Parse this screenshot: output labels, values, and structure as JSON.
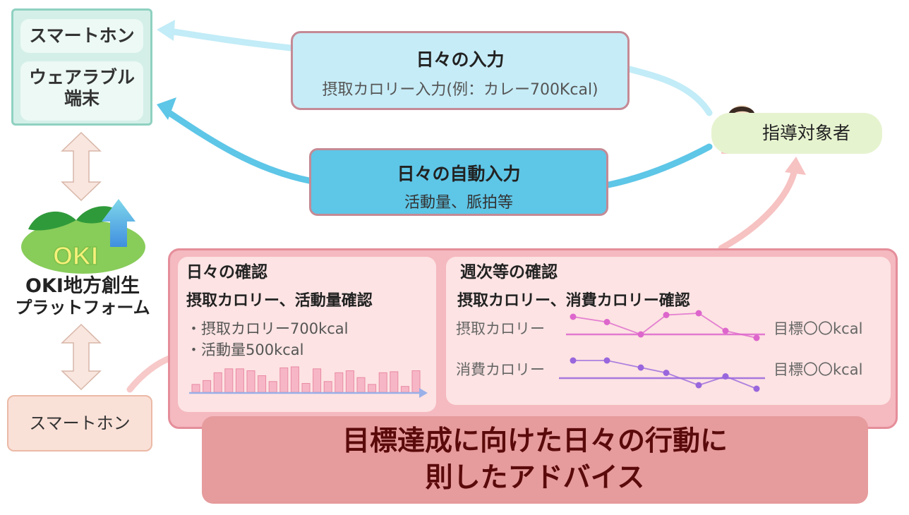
{
  "devices": {
    "smartphone": "スマートホン",
    "wearable_line1": "ウェアラブル",
    "wearable_line2": "端末"
  },
  "platform": {
    "logo_text": "OKI",
    "name_line1": "OKI地方創生",
    "name_line2": "プラットフォーム"
  },
  "bottom_device": "スマートホン",
  "manual_input": {
    "title": "日々の入力",
    "subtitle": "摂取カロリー入力(例：カレー700Kcal)"
  },
  "auto_input": {
    "title": "日々の自動入力",
    "subtitle": "活動量、脈拍等"
  },
  "subject": "指導対象者",
  "daily": {
    "title": "日々の確認",
    "subtitle": "摂取カロリー、活動量確認",
    "bullet1": "・摂取カロリー700kcal",
    "bullet2": "・活動量500kcal"
  },
  "weekly": {
    "title": "週次等の確認",
    "subtitle": "摂取カロリー、消費カロリー確認",
    "intake_label": "摂取カロリー",
    "burn_label": "消費カロリー",
    "target_label1": "目標〇〇kcal",
    "target_label2": "目標〇〇kcal"
  },
  "advice": {
    "line1": "目標達成に向けた日々の行動に",
    "line2": "則したアドバイス"
  },
  "colors": {
    "device_bg": "#d4efe8",
    "manual_bg": "#c6ecf7",
    "auto_bg": "#5ec6e7",
    "panel_bg": "#f5b9c0",
    "advice_bg": "#e69b9c",
    "advice_text": "#5a0a0a",
    "intake_line": "#dd66cc",
    "burn_line": "#9966dd",
    "bar_fill": "#f7b6c6"
  },
  "chart_data": [
    {
      "type": "bar",
      "values": [
        8,
        12,
        20,
        24,
        24,
        22,
        17,
        11,
        25,
        26,
        9,
        24,
        11,
        20,
        22,
        15,
        8,
        20,
        21,
        6,
        22
      ]
    },
    {
      "type": "line",
      "series": [
        {
          "values": [
            5,
            3.5,
            0,
            5.5,
            6,
            1,
            -1
          ]
        },
        {
          "values": [
            5,
            5,
            3,
            1.5,
            -2,
            0.5,
            -3
          ]
        }
      ]
    }
  ]
}
